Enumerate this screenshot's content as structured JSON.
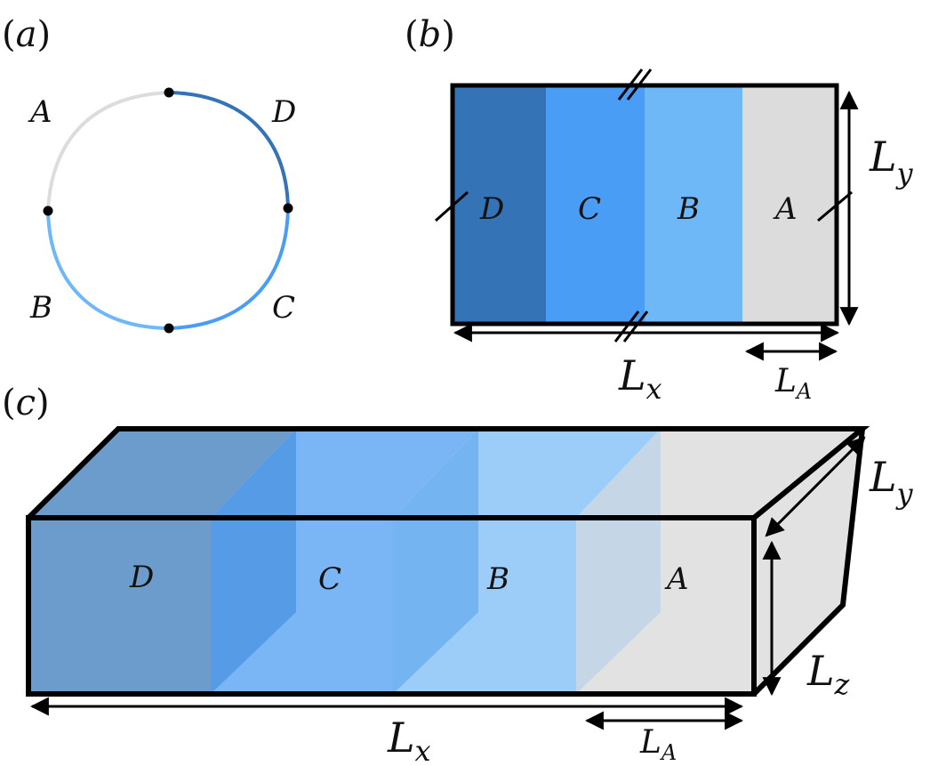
{
  "colors": {
    "A": "#dcdcdc",
    "B": "#6fb8f7",
    "C": "#4a9df5",
    "D": "#3373b6",
    "outline": "#000000"
  },
  "panel_a": {
    "paren_open": "(",
    "letter": "a",
    "paren_close": ")",
    "labels": {
      "A": "A",
      "B": "B",
      "C": "C",
      "D": "D"
    }
  },
  "panel_b": {
    "paren_open": "(",
    "letter": "b",
    "paren_close": ")",
    "regions": [
      "D",
      "C",
      "B",
      "A"
    ],
    "Lx": {
      "base": "L",
      "sub": "x"
    },
    "Ly": {
      "base": "L",
      "sub": "y"
    },
    "LA": {
      "base": "L",
      "sub": "A"
    }
  },
  "panel_c": {
    "paren_open": "(",
    "letter": "c",
    "paren_close": ")",
    "regions": [
      "D",
      "C",
      "B",
      "A"
    ],
    "Lx": {
      "base": "L",
      "sub": "x"
    },
    "Ly": {
      "base": "L",
      "sub": "y"
    },
    "Lz": {
      "base": "L",
      "sub": "z"
    },
    "LA": {
      "base": "L",
      "sub": "A"
    }
  }
}
